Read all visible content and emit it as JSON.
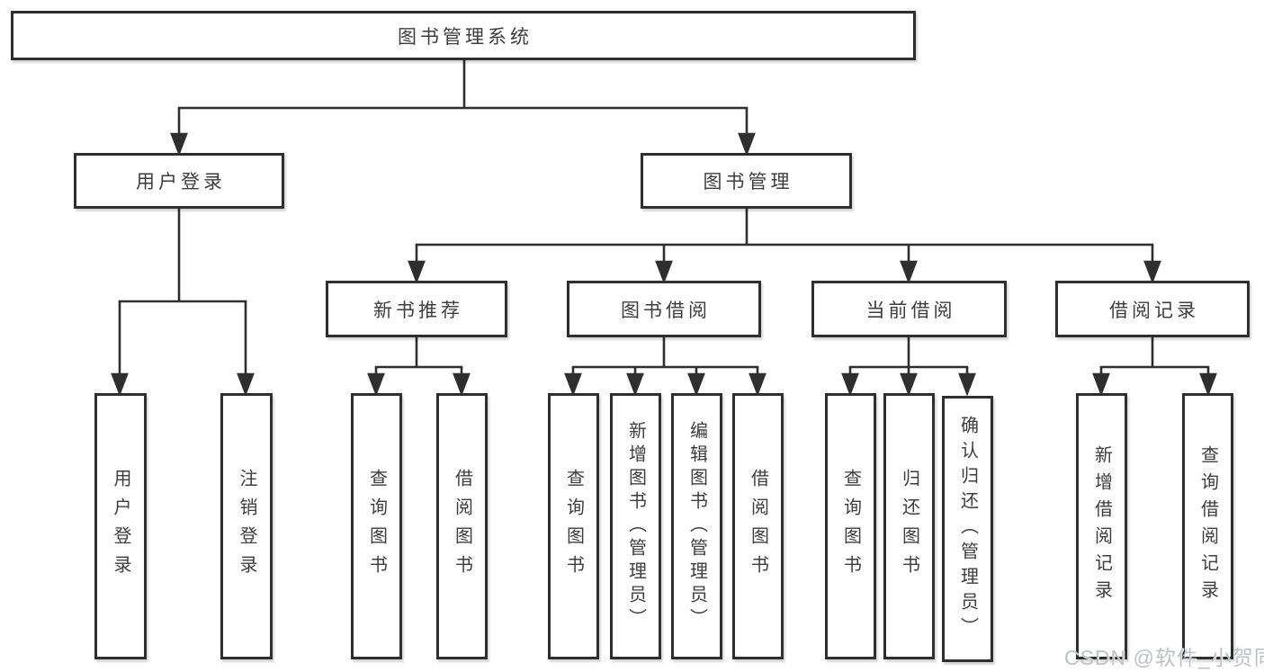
{
  "watermark": "CSDN @软件_小贺同学",
  "colors": {
    "line": "#2f2f2f",
    "border": "#2e2e2e",
    "text": "#3d3d3d",
    "watermark_text": "#bdc1c7",
    "background": "#ffffff"
  },
  "tree": {
    "label": "图书管理系统",
    "children": [
      {
        "label": "用户登录",
        "children": [
          {
            "label": "用户登录"
          },
          {
            "label": "注销登录"
          }
        ]
      },
      {
        "label": "图书管理",
        "children": [
          {
            "label": "新书推荐",
            "children": [
              {
                "label": "查询图书"
              },
              {
                "label": "借阅图书"
              }
            ]
          },
          {
            "label": "图书借阅",
            "children": [
              {
                "label": "查询图书"
              },
              {
                "label": "新增图书（管理员）"
              },
              {
                "label": "编辑图书（管理员）"
              },
              {
                "label": "借阅图书"
              }
            ]
          },
          {
            "label": "当前借阅",
            "children": [
              {
                "label": "查询图书"
              },
              {
                "label": "归还图书"
              },
              {
                "label": "确认归还（管理员）"
              }
            ]
          },
          {
            "label": "借阅记录",
            "children": [
              {
                "label": "新增借阅记录"
              },
              {
                "label": "查询借阅记录"
              }
            ]
          }
        ]
      }
    ]
  }
}
